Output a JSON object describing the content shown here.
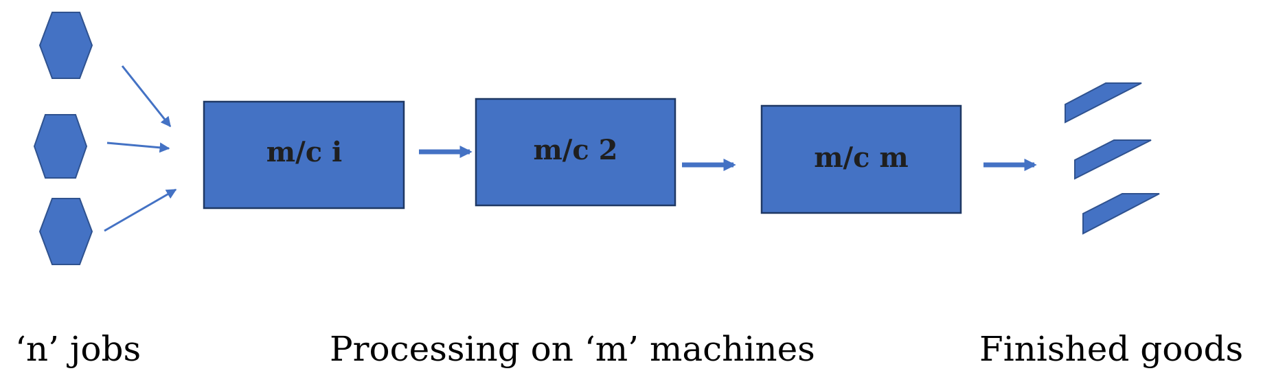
{
  "colors": {
    "shape_fill": "#4472C4",
    "shape_stroke": "#2F528F",
    "arrow": "#4472C4",
    "text": "#000000"
  },
  "jobs": {
    "icon": "hexagon-icon",
    "count_shown": 3
  },
  "machines": [
    {
      "label": "m/c i"
    },
    {
      "label": "m/c 2"
    },
    {
      "label": "m/c m"
    }
  ],
  "finished_goods": {
    "icon": "parallelogram-icon",
    "count_shown": 3
  },
  "captions": {
    "jobs": "‘n’ jobs",
    "processing": "Processing on ‘m’ machines",
    "finished": "Finished goods"
  }
}
